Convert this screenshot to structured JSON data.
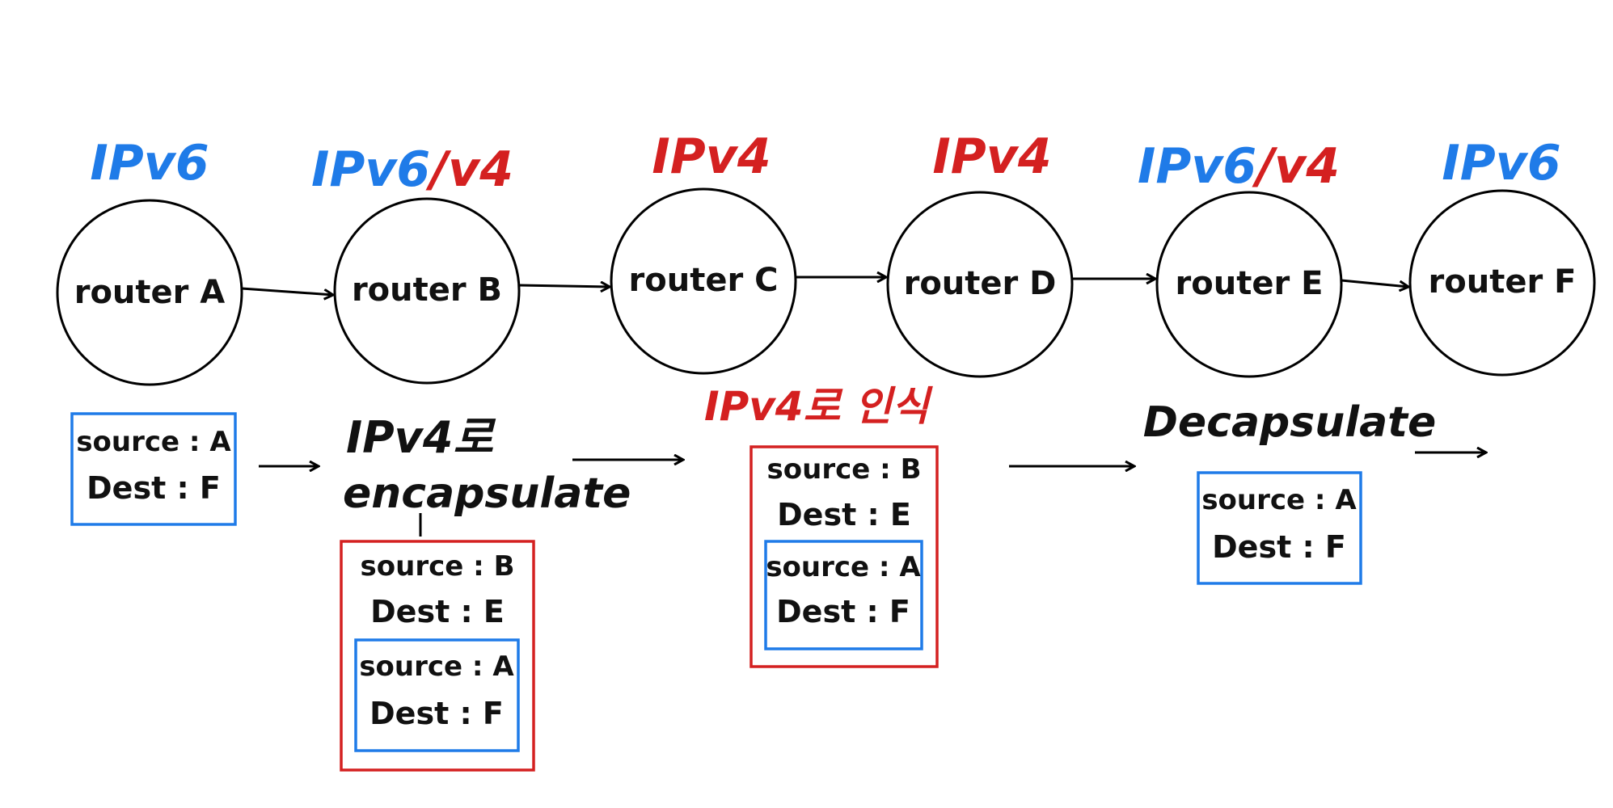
{
  "colors": {
    "ipv6": "#1f7be8",
    "ipv4": "#d42020",
    "ink": "#111111"
  },
  "routers": [
    {
      "name": "router A",
      "proto": [
        {
          "text": "IPv6",
          "kind": "ipv6"
        }
      ]
    },
    {
      "name": "router B",
      "proto": [
        {
          "text": "IPv6",
          "kind": "ipv6"
        },
        {
          "text": "/v4",
          "kind": "ipv4"
        }
      ]
    },
    {
      "name": "router C",
      "proto": [
        {
          "text": "IPv4",
          "kind": "ipv4"
        }
      ]
    },
    {
      "name": "router D",
      "proto": [
        {
          "text": "IPv4",
          "kind": "ipv4"
        }
      ]
    },
    {
      "name": "router E",
      "proto": [
        {
          "text": "IPv6",
          "kind": "ipv6"
        },
        {
          "text": "/v4",
          "kind": "ipv4"
        }
      ]
    },
    {
      "name": "router F",
      "proto": [
        {
          "text": "IPv6",
          "kind": "ipv6"
        }
      ]
    }
  ],
  "stages": {
    "b_caption": [
      "IPv4로",
      "encapsulate"
    ],
    "c_caption": "IPv4로 인식",
    "e_caption": "Decapsulate"
  },
  "packets": {
    "outer": {
      "source": "source : B",
      "dest": "Dest : E"
    },
    "inner": {
      "source": "source : A",
      "dest": "Dest : F"
    }
  }
}
